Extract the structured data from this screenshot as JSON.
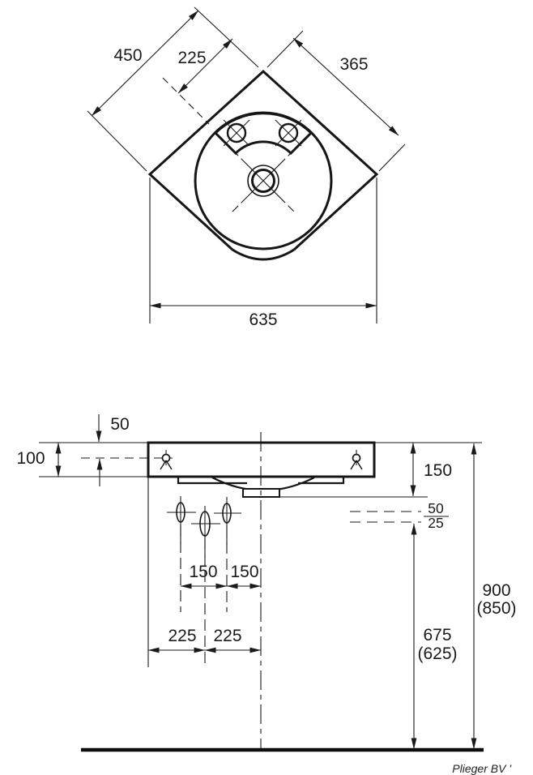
{
  "colors": {
    "ink": "#1a1a1a",
    "background": "#ffffff"
  },
  "top_view": {
    "label_450": "450",
    "label_225": "225",
    "label_365": "365",
    "label_635": "635"
  },
  "front_view": {
    "label_50_top": "50",
    "label_100": "100",
    "label_150_depth": "150",
    "label_50_level": "50",
    "label_25_level": "25",
    "label_150_left": "150",
    "label_150_right": "150",
    "label_225_left": "225",
    "label_225_right": "225",
    "label_675": "675",
    "label_675_alt": "(625)",
    "label_900": "900",
    "label_900_alt": "(850)"
  },
  "footer": {
    "brand": "Plieger BV '"
  }
}
